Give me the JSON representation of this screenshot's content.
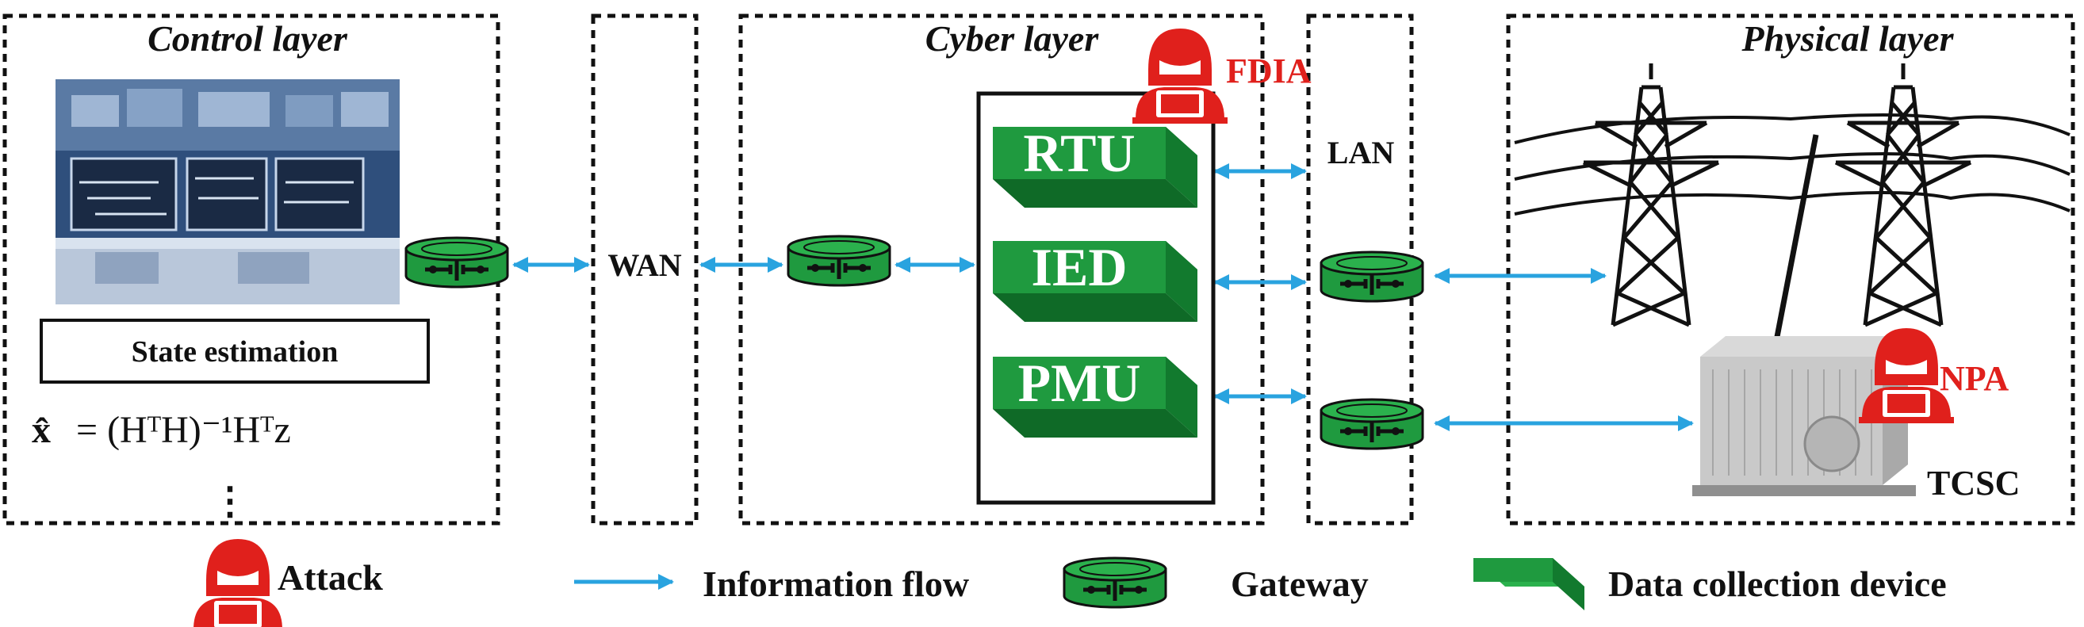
{
  "layers": {
    "control": "Control layer",
    "cyber": "Cyber layer",
    "physical": "Physical layer"
  },
  "networks": {
    "wan": "WAN",
    "lan": "LAN"
  },
  "devices": [
    "RTU",
    "IED",
    "PMU"
  ],
  "attacks": {
    "fdia": "FDIA",
    "npa": "NPA"
  },
  "state_estimation": {
    "label": "State estimation",
    "formula_lhs": "x̂",
    "formula_rhs": "= (HᵀH)⁻¹Hᵀz",
    "ellipsis": "⋮"
  },
  "physical": {
    "tcsc": "TCSC"
  },
  "legend": {
    "attack": "Attack",
    "information_flow": "Information flow",
    "gateway": "Gateway",
    "data_collection_device": "Data collection device"
  },
  "colors": {
    "attack": "#e0201c",
    "device_face": "#1f9a3f",
    "device_side": "#127a2e",
    "arrow": "#29a3df",
    "dark_screen": "#25466f"
  }
}
